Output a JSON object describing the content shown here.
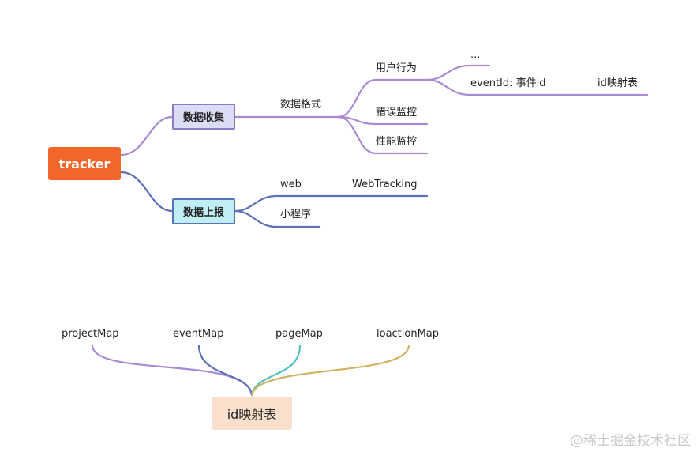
{
  "root": {
    "label": "tracker",
    "color": "#f2662b"
  },
  "branch_collect": {
    "label": "数据收集",
    "children": {
      "data_format": {
        "label": "数据格式",
        "children": {
          "user_behavior": {
            "label": "用户行为",
            "children": {
              "ellipsis": "...",
              "event_id": {
                "label": "eventId: 事件id",
                "child": "id映射表"
              }
            }
          },
          "error_monitor": "错误监控",
          "perf_monitor": "性能监控"
        }
      }
    }
  },
  "branch_report": {
    "label": "数据上报",
    "children": {
      "web": {
        "label": "web",
        "child": "WebTracking"
      },
      "mini_program": "小程序"
    }
  },
  "id_map": {
    "label": "id映射表",
    "sources": [
      "projectMap",
      "eventMap",
      "pageMap",
      "loactionMap"
    ]
  },
  "colors": {
    "collect_line": "#a98ad4",
    "report_line": "#5d70b8",
    "project_line": "#a98ad4",
    "event_line": "#5d70b8",
    "page_line": "#55c0bf",
    "location_line": "#d4b262"
  },
  "watermark": "@稀土掘金技术社区"
}
